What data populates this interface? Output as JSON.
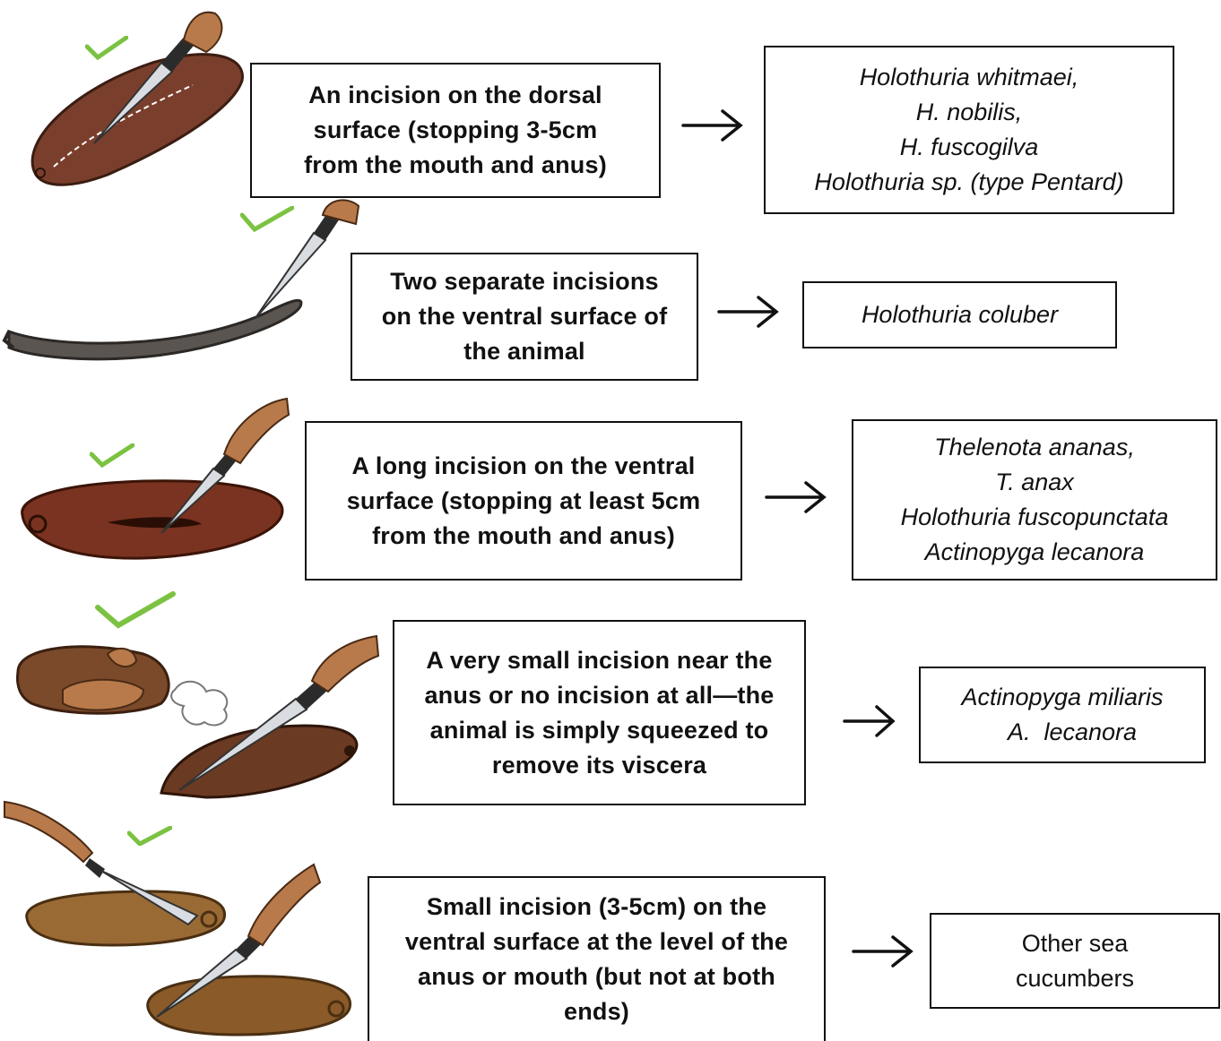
{
  "rows": [
    {
      "method_lines": [
        "An incision on the dorsal",
        "surface (stopping 3-5cm",
        "from the mouth and anus)"
      ],
      "species_lines": [
        "Holothuria whitmaei,",
        "H. nobilis,",
        "H. fuscogilva",
        "Holothuria sp. (type Pentard)"
      ],
      "species_italic": true,
      "illustration": "dorsal-incision-illustration"
    },
    {
      "method_lines": [
        "Two separate incisions",
        "on the ventral surface of",
        "the animal"
      ],
      "species_lines": [
        "Holothuria coluber"
      ],
      "species_italic": true,
      "illustration": "two-ventral-incisions-illustration"
    },
    {
      "method_lines": [
        "A long incision on the ventral",
        "surface (stopping at least 5cm",
        "from the mouth and anus)"
      ],
      "species_lines": [
        "Thelenota ananas,",
        "T. anax",
        "Holothuria fuscopunctata",
        "Actinopyga lecanora"
      ],
      "species_italic": true,
      "illustration": "long-ventral-incision-illustration"
    },
    {
      "method_lines": [
        "A very small incision near the",
        "anus or no incision at all—the",
        "animal is simply squeezed to",
        "remove its viscera"
      ],
      "species_lines": [
        "Actinopyga miliaris",
        "   A.  lecanora"
      ],
      "species_italic": true,
      "illustration": "squeeze-illustration"
    },
    {
      "method_lines": [
        "Small incision (3-5cm) on the",
        "ventral surface at the level of the",
        "anus or mouth (but not at both",
        "ends)"
      ],
      "species_lines": [
        "Other sea",
        "cucumbers"
      ],
      "species_italic": false,
      "illustration": "small-incision-illustration"
    }
  ],
  "colors": {
    "check": "#7cc242",
    "seacucumber_brown": "#7a3f2c",
    "seacucumber_gray": "#5a5550",
    "skin": "#b87a4b",
    "blade": "#d9dde2"
  }
}
